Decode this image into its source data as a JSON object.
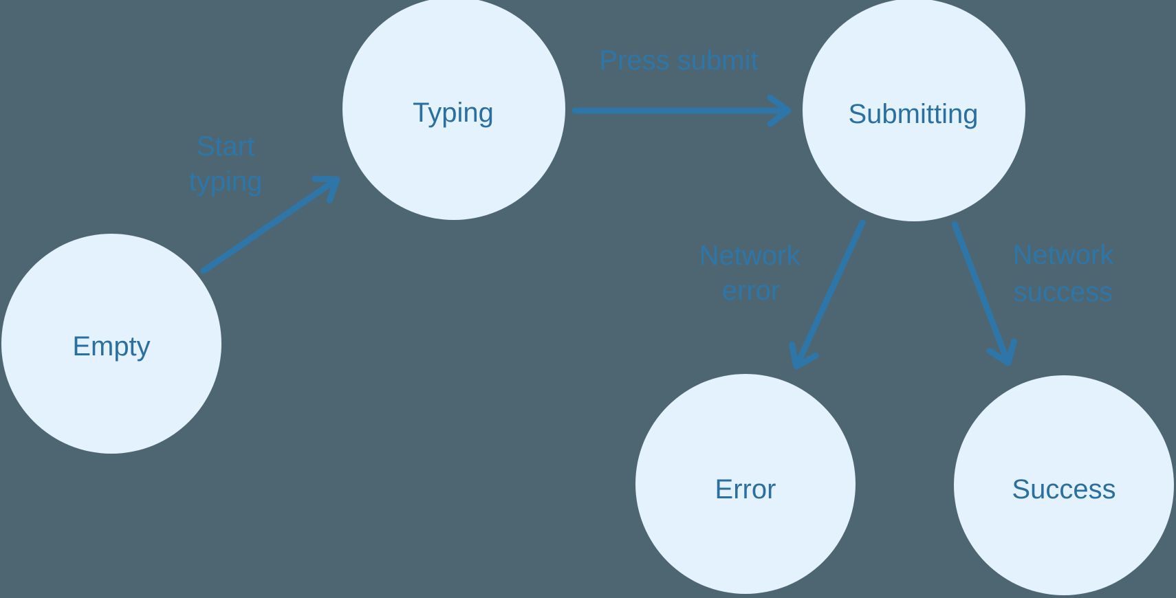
{
  "diagram": {
    "colors": {
      "background": "#4d6672",
      "node_fill": "#e3f2fd",
      "node_text": "#2b6f9f",
      "arrow": "#2e76a8",
      "transition_label": "#2e76a8"
    },
    "nodes": [
      {
        "id": "empty",
        "label": "Empty"
      },
      {
        "id": "typing",
        "label": "Typing"
      },
      {
        "id": "submitting",
        "label": "Submitting"
      },
      {
        "id": "error",
        "label": "Error"
      },
      {
        "id": "success",
        "label": "Success"
      }
    ],
    "transitions": [
      {
        "from": "Empty",
        "to": "Typing",
        "label": "Start typing",
        "lines": [
          "Start",
          "typing"
        ]
      },
      {
        "from": "Typing",
        "to": "Submitting",
        "label": "Press submit",
        "lines": [
          "Press submit"
        ]
      },
      {
        "from": "Submitting",
        "to": "Error",
        "label": "Network error",
        "lines": [
          "Network",
          "error"
        ]
      },
      {
        "from": "Submitting",
        "to": "Success",
        "label": "Network success",
        "lines": [
          "Network",
          "success"
        ]
      }
    ]
  }
}
